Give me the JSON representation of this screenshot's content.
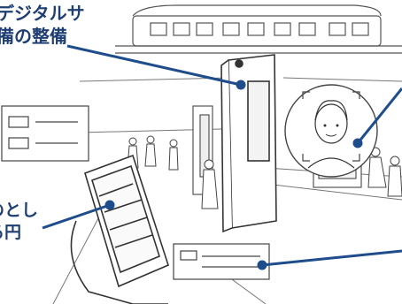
{
  "captions": {
    "top_line1": "デジタルサ",
    "top_line2": "備の整備",
    "left_line1": "のとし",
    "left_line2": "る円",
    "left_line3": "。"
  },
  "colors": {
    "accent": "#1f4d8c",
    "sketch": "#3a3a3a",
    "pale": "#e8e8e8"
  }
}
